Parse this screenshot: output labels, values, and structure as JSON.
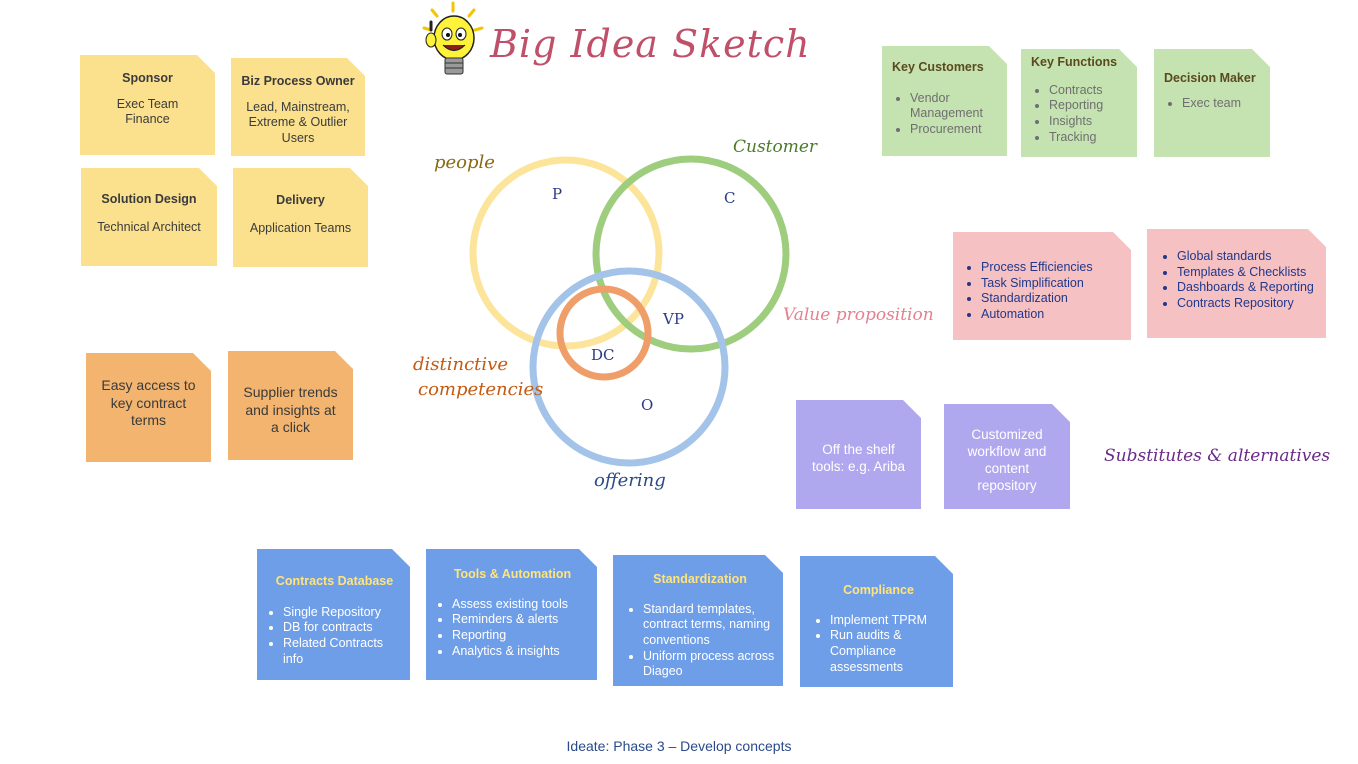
{
  "header": {
    "title": "Big Idea Sketch"
  },
  "sponsor": {
    "title": "Sponsor",
    "lines": [
      "Exec Team",
      "Finance"
    ]
  },
  "biz_owner": {
    "title": "Biz Process Owner",
    "lines": [
      "Lead, Mainstream,",
      "Extreme & Outlier",
      "Users"
    ]
  },
  "solution_design": {
    "title": "Solution Design",
    "text": "Technical Architect"
  },
  "delivery": {
    "title": "Delivery",
    "text": "Application Teams"
  },
  "key_customers": {
    "title": "Key Customers",
    "items": [
      "Vendor Management",
      "Procurement"
    ]
  },
  "key_functions": {
    "title": "Key Functions",
    "items": [
      "Contracts",
      "Reporting",
      "Insights",
      "Tracking"
    ]
  },
  "decision_maker": {
    "title": "Decision Maker",
    "items": [
      "Exec team"
    ]
  },
  "value_notes": {
    "left": [
      "Process Efficiencies",
      "Task Simplification",
      "Standardization",
      "Automation"
    ],
    "right": [
      "Global standards",
      "Templates & Checklists",
      "Dashboards & Reporting",
      "Contracts Repository"
    ]
  },
  "orange_notes": {
    "left": [
      "Easy access to",
      "key contract",
      "terms"
    ],
    "right": [
      "Supplier trends",
      "and insights at",
      "a click"
    ]
  },
  "venn": {
    "labels": {
      "people": "people",
      "customer": "Customer",
      "value_prop": "Value proposition",
      "distinctive_1": "distinctive",
      "distinctive_2": "competencies",
      "offering": "offering"
    },
    "letters": {
      "p": "P",
      "c": "C",
      "vp": "VP",
      "dc": "DC",
      "o": "O"
    }
  },
  "substitutes": {
    "label": "Substitutes & alternatives",
    "left": [
      "Off the shelf",
      "tools: e.g. Ariba"
    ],
    "right": [
      "Customized",
      "workflow and",
      "content",
      "repository"
    ]
  },
  "blue_notes": [
    {
      "title": "Contracts Database",
      "items": [
        "Single Repository",
        "DB for contracts",
        "Related Contracts info"
      ]
    },
    {
      "title": "Tools & Automation",
      "items": [
        "Assess existing tools",
        "Reminders & alerts",
        "Reporting",
        "Analytics & insights"
      ]
    },
    {
      "title": "Standardization",
      "items": [
        "Standard templates, contract terms, naming conventions",
        "Uniform process across Diageo"
      ]
    },
    {
      "title": "Compliance",
      "items": [
        "Implement TPRM",
        "Run audits & Compliance assessments"
      ]
    }
  ],
  "footer": {
    "caption": "Ideate: Phase 3 – Develop concepts"
  },
  "colors": {
    "people_circle": "#fce59a",
    "customer_circle": "#9dcd7d",
    "offering_circle": "#a3c3e8",
    "dc_circle": "#ef9e6a",
    "title": "#c0506a"
  },
  "icons": {
    "header": "lightbulb-mascot-icon"
  }
}
